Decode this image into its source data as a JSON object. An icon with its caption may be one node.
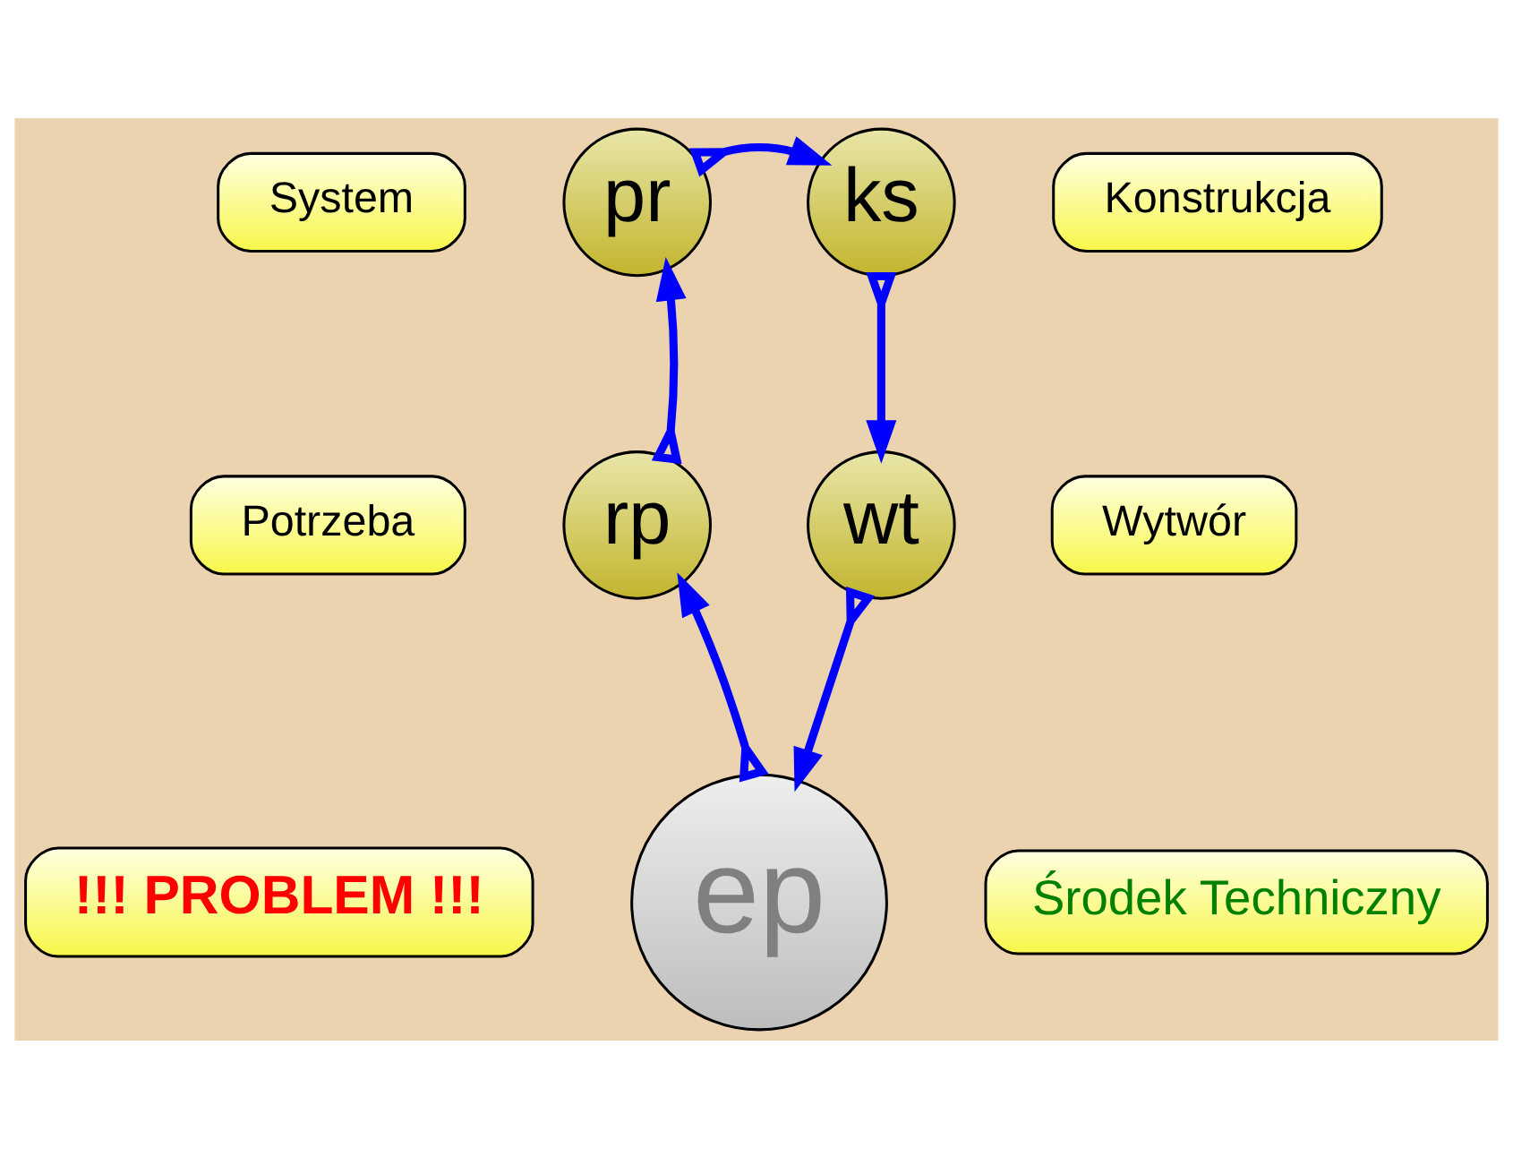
{
  "diagram": {
    "nodes": [
      {
        "text": [
          "System"
        ]
      },
      {
        "text": [
          "pr"
        ]
      },
      {
        "text": [
          "ks"
        ]
      },
      {
        "text": [
          "Konstrukcja"
        ]
      },
      {
        "text": [
          "rp"
        ]
      },
      {
        "text": [
          "wt"
        ]
      },
      {
        "text": [
          "Potrzeba"
        ]
      },
      {
        "text": [
          "Wytwór"
        ]
      },
      {
        "text": [
          "ep"
        ]
      },
      {
        "text": [
          "!!! PROBLEM !!!"
        ]
      },
      {
        "text": [
          "Środek Techniczny"
        ]
      }
    ],
    "edges": [
      {
        "from": 1,
        "to": 2,
        "arrow": "to"
      },
      {
        "from": 2,
        "to": 5,
        "arrow": "to"
      },
      {
        "from": 5,
        "to": 8,
        "arrow": "to"
      },
      {
        "from": 8,
        "to": 4,
        "arrow": "to"
      },
      {
        "from": 4,
        "to": 1,
        "arrow": "to"
      }
    ]
  }
}
